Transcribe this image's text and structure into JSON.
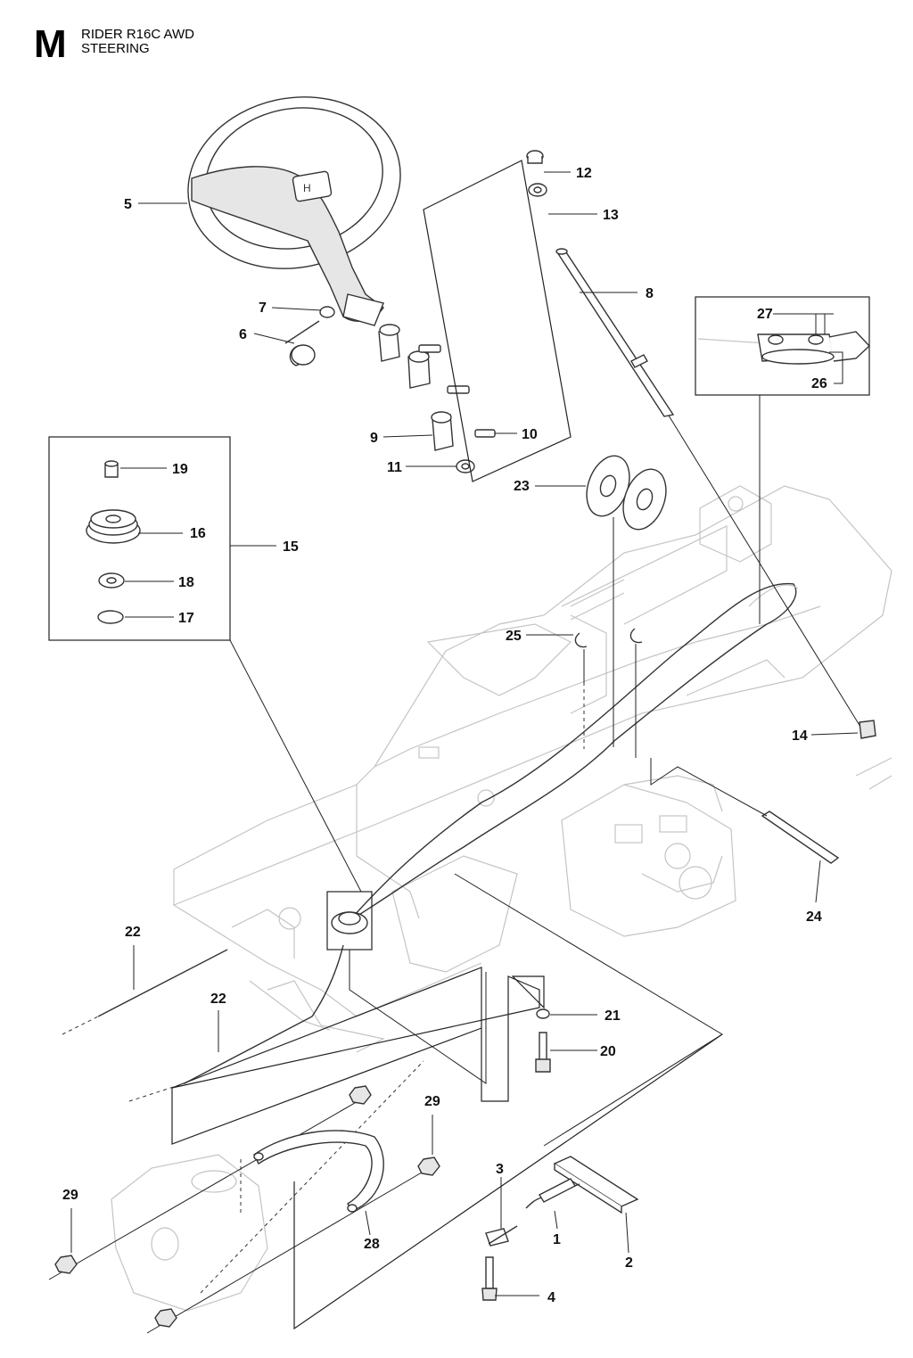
{
  "header": {
    "section_letter": "M",
    "model": "RIDER R16C AWD",
    "group": "STEERING"
  },
  "callouts": [
    "1",
    "2",
    "3",
    "4",
    "5",
    "6",
    "7",
    "8",
    "9",
    "10",
    "11",
    "12",
    "13",
    "14",
    "15",
    "16",
    "17",
    "18",
    "19",
    "20",
    "21",
    "22",
    "22",
    "23",
    "24",
    "25",
    "26",
    "27",
    "28",
    "29",
    "29"
  ]
}
